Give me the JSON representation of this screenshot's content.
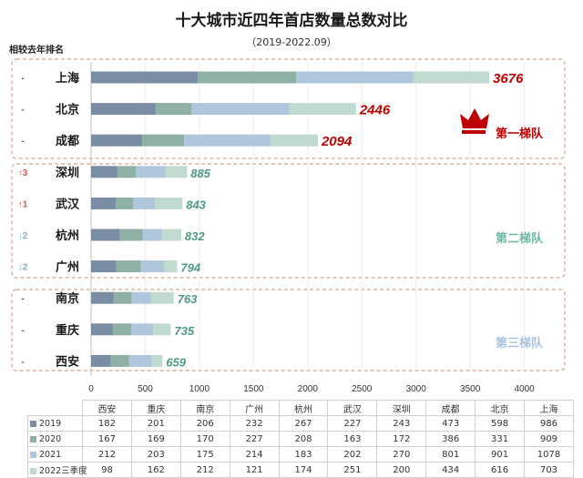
{
  "chart_data": {
    "type": "bar",
    "orientation": "horizontal",
    "stacked": true,
    "title": "十大城市近四年首店数量总数对比",
    "subtitle": "（2019-2022.09）",
    "rank_header": "相较去年排名",
    "categories": [
      "上海",
      "北京",
      "成都",
      "深圳",
      "武汉",
      "杭州",
      "广州",
      "南京",
      "重庆",
      "西安"
    ],
    "rank_change": [
      "-",
      "-",
      "-",
      "↑3",
      "↑1",
      "↓2",
      "↓2",
      "-",
      "-",
      "-"
    ],
    "totals": [
      3676,
      2446,
      2094,
      885,
      843,
      832,
      794,
      763,
      735,
      659
    ],
    "series": [
      {
        "name": "2019",
        "color": "#7a8da5",
        "values": [
          986,
          598,
          473,
          243,
          227,
          267,
          232,
          206,
          201,
          182
        ]
      },
      {
        "name": "2020",
        "color": "#8fb0a5",
        "values": [
          909,
          331,
          386,
          172,
          163,
          208,
          227,
          170,
          169,
          167
        ]
      },
      {
        "name": "2021",
        "color": "#b0c6dc",
        "values": [
          1078,
          901,
          801,
          270,
          202,
          183,
          214,
          175,
          203,
          212
        ]
      },
      {
        "name": "2022三季度",
        "color": "#c0dacf",
        "values": [
          703,
          616,
          434,
          200,
          251,
          174,
          121,
          212,
          162,
          98
        ]
      }
    ],
    "xlim": [
      0,
      4000
    ],
    "xticks": [
      0,
      500,
      1000,
      1500,
      2000,
      2500,
      3000,
      3500,
      4000
    ],
    "tiers": [
      {
        "label": "第一梯队",
        "cities": [
          "上海",
          "北京",
          "成都"
        ],
        "color": "#c00000"
      },
      {
        "label": "第二梯队",
        "cities": [
          "深圳",
          "武汉",
          "杭州",
          "广州"
        ],
        "color": "#6fb8a6"
      },
      {
        "label": "第三梯队",
        "cities": [
          "南京",
          "重庆",
          "西安"
        ],
        "color": "#a9c4de"
      }
    ],
    "table_columns": [
      "西安",
      "重庆",
      "南京",
      "广州",
      "杭州",
      "武汉",
      "深圳",
      "成都",
      "北京",
      "上海"
    ],
    "table_rows": [
      {
        "name": "2019",
        "color": "#7a8da5",
        "values": [
          182,
          201,
          206,
          232,
          267,
          227,
          243,
          473,
          598,
          986
        ]
      },
      {
        "name": "2020",
        "color": "#8fb0a5",
        "values": [
          167,
          169,
          170,
          227,
          208,
          163,
          172,
          386,
          331,
          909
        ]
      },
      {
        "name": "2021",
        "color": "#b0c6dc",
        "values": [
          212,
          203,
          175,
          214,
          183,
          202,
          270,
          801,
          901,
          1078
        ]
      },
      {
        "name": "2022三季度",
        "color": "#c0dacf",
        "values": [
          98,
          162,
          212,
          121,
          174,
          251,
          200,
          434,
          616,
          703
        ]
      }
    ],
    "colors": {
      "total_red": "#c00000",
      "total_teal": "#4e9a84",
      "rank_up": "#d9534f",
      "rank_down": "#7fb0c8",
      "frame": "#d9a08c"
    }
  }
}
